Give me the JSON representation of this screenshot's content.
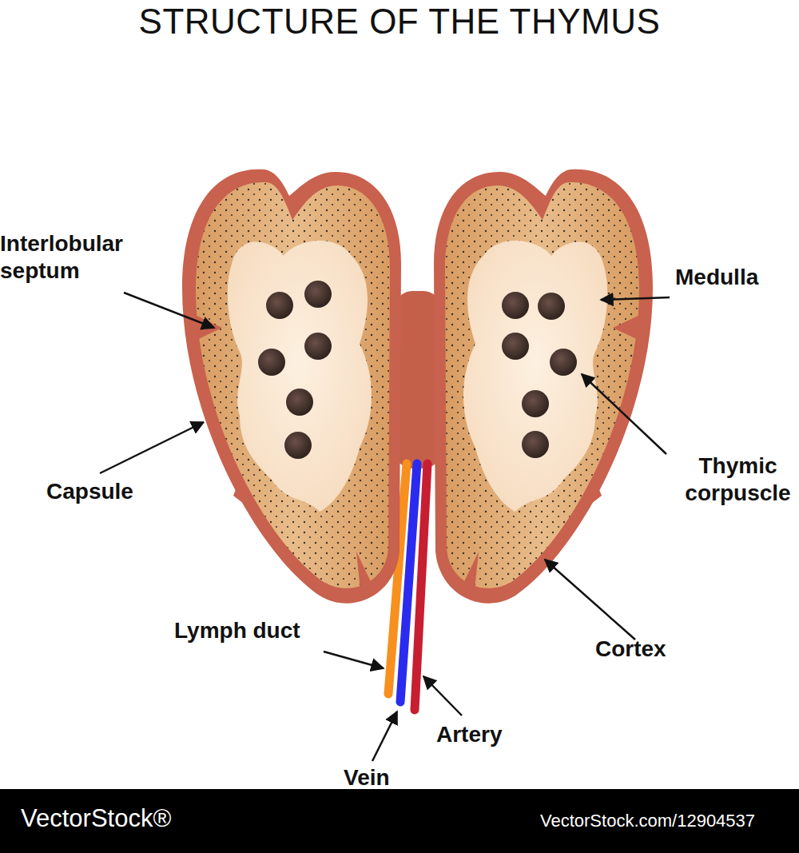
{
  "diagram": {
    "title": "STRUCTURE OF THE THYMUS",
    "labels": [
      "Interlobular septum",
      "Medulla",
      "Capsule",
      "Thymic corpuscle",
      "Cortex",
      "Lymph duct",
      "Artery",
      "Vein",
      "VectorStock®",
      "VectorStock.com/12904537"
    ]
  }
}
